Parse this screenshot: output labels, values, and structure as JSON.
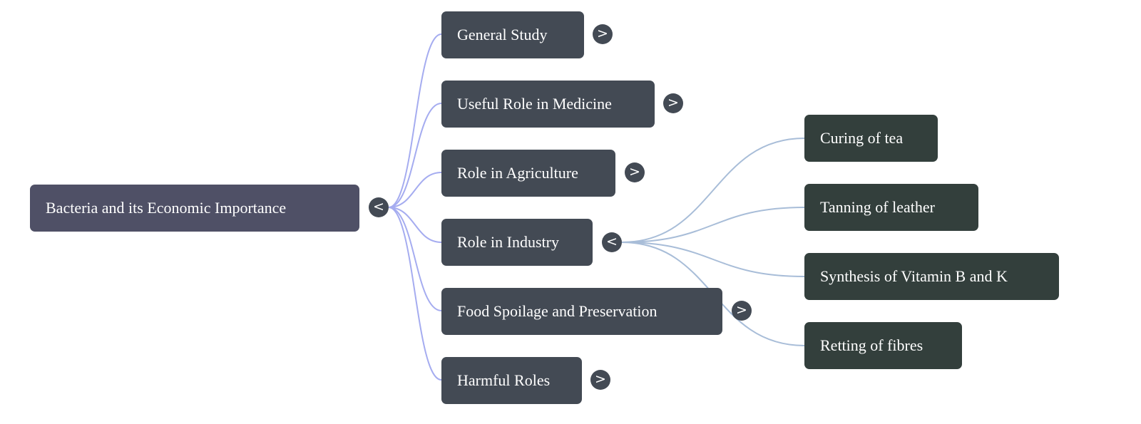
{
  "root": {
    "label": "Bacteria and its Economic Importance",
    "toggle": "<"
  },
  "children": [
    {
      "label": "General Study",
      "toggle": ">"
    },
    {
      "label": "Useful Role in Medicine",
      "toggle": ">"
    },
    {
      "label": "Role in Agriculture",
      "toggle": ">"
    },
    {
      "label": "Role in Industry",
      "toggle": "<",
      "children": [
        {
          "label": "Curing of tea"
        },
        {
          "label": "Tanning of leather"
        },
        {
          "label": "Synthesis of Vitamin B and K"
        },
        {
          "label": "Retting of fibres"
        }
      ]
    },
    {
      "label": "Food Spoilage and Preservation",
      "toggle": ">"
    },
    {
      "label": "Harmful Roles",
      "toggle": ">"
    }
  ],
  "colors": {
    "root": "#4f5066",
    "level1": "#434a54",
    "level2": "#333f3c",
    "link1": "#a5acf0",
    "link2": "#a8bdd8"
  }
}
